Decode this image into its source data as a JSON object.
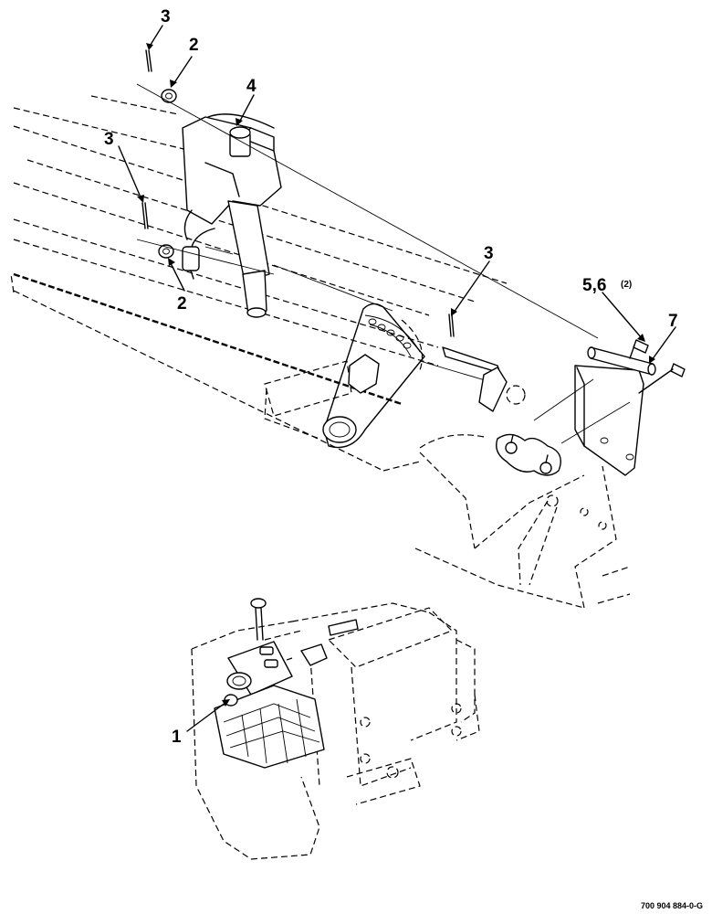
{
  "callouts": {
    "c3a": "3",
    "c2a": "2",
    "c4": "4",
    "c3b": "3",
    "c2b": "2",
    "c3c": "3",
    "c56": "5,6",
    "c56_qty": "(2)",
    "c7": "7",
    "c1": "1"
  },
  "figure_ref": "700 904 884-0-G"
}
